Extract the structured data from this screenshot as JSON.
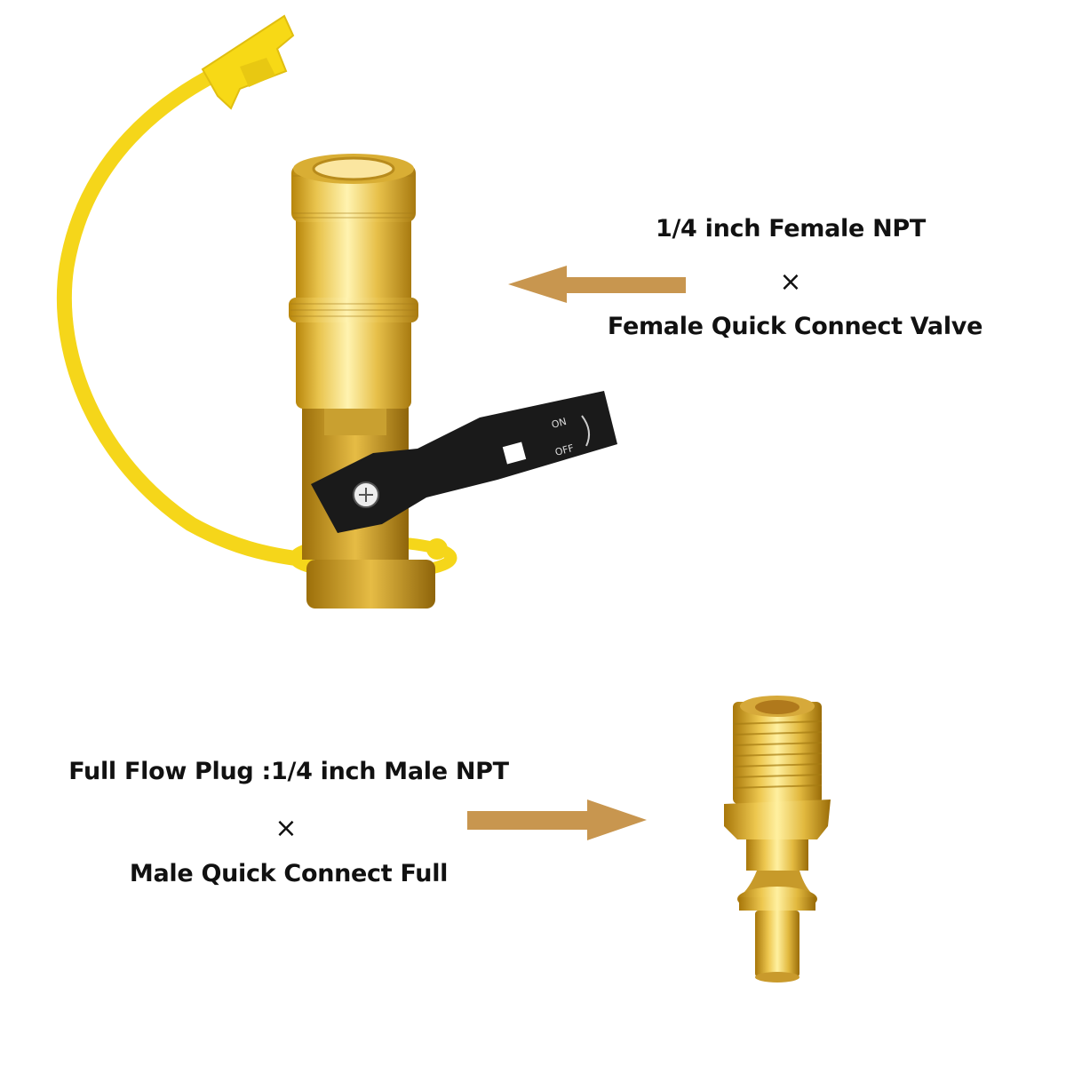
{
  "top_product": {
    "name": "Female Quick Connect Valve",
    "label_line1": "1/4 inch Female NPT",
    "times_symbol": "×",
    "label_line2": "Female Quick Connect Valve",
    "valve_handle": {
      "on_text": "ON",
      "off_text": "OFF"
    },
    "arrow_direction": "left"
  },
  "bottom_product": {
    "name": "Full Flow Plug",
    "label_line1": "Full Flow Plug :1/4 inch Male NPT",
    "times_symbol": "×",
    "label_line2": "Male Quick Connect Full",
    "arrow_direction": "right"
  },
  "colors": {
    "arrow": "#C8964F",
    "brass": "#D9B23A",
    "brass_light": "#F3DE7A",
    "cap_yellow": "#F7DA16",
    "handle_black": "#1A1A1A",
    "text": "#111111",
    "background": "#FFFFFF"
  }
}
